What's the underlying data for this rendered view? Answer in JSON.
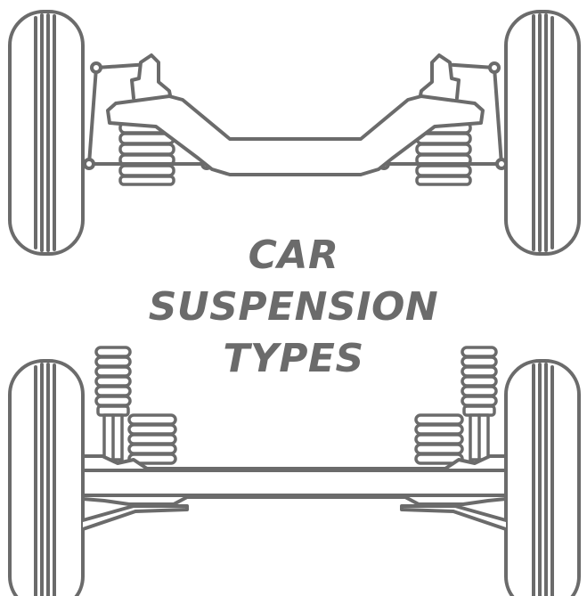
{
  "title": {
    "lines": [
      "CAR",
      "SUSPENSION",
      "TYPES"
    ]
  },
  "colors": {
    "stroke": "#6b6b6b",
    "fill": "#ffffff",
    "text": "#6b6b6b",
    "background": "#ffffff"
  },
  "illustrations": [
    "independent-front-suspension",
    "rigid-axle-suspension"
  ]
}
